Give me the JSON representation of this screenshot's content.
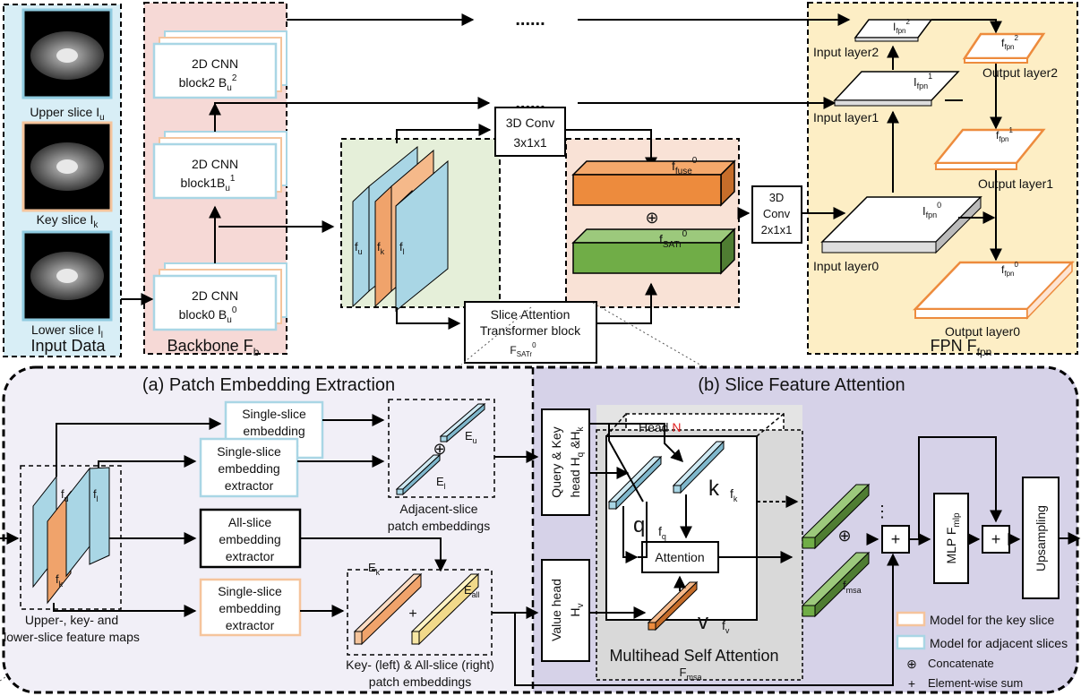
{
  "top": {
    "input_data": "Input Data",
    "upper_slice": "Upper slice I",
    "upper_sub": "u",
    "key_slice": "Key slice I",
    "key_sub": "k",
    "lower_slice": "Lower slice I",
    "lower_sub": "l",
    "backbone": "Backbone F",
    "backbone_sub": "b",
    "cnn_line1": "2D CNN",
    "block2": "block2 B",
    "block1": "block1B",
    "block0": "block0 B",
    "b_sub": "u",
    "sup2": "2",
    "sup1": "1",
    "sup0": "0",
    "fu": "f",
    "u": "u",
    "fk": "f",
    "k": "k",
    "fl": "f",
    "l": "l",
    "conv3d_a1": "3D Conv",
    "conv3d_a2": "3x1x1",
    "conv3d_b1": "3D",
    "conv3d_b2": "Conv",
    "conv3d_b3": "2x1x1",
    "ffuse": "f",
    "fuse_sub": "fuse",
    "fsatr": "f",
    "satr_sub": "SATr",
    "oplus": "⊕",
    "sat_line1": "Slice Attention",
    "sat_line2": "Transformer block",
    "sat_line3": "F",
    "dots": "......",
    "fpn_title": "FPN F",
    "fpn_sub": "fpn",
    "ifpn": "I",
    "ffpn": "f",
    "fpn_s": "fpn",
    "input_layer2": "Input layer2",
    "input_layer1": "Input layer1",
    "input_layer0": "Input layer0",
    "output_layer2": "Output layer2",
    "output_layer1": "Output layer1",
    "output_layer0": "Output layer0"
  },
  "panel_a": {
    "title": "(a) Patch Embedding Extraction",
    "single_l1": "Single-slice",
    "single_l2": "embedding",
    "single_l3": "extractor",
    "all_l1": "All-slice",
    "all_l2": "embedding",
    "all_l3": "extractor",
    "fmaps_l1": "Upper-, key- and",
    "fmaps_l2": "lower-slice feature maps",
    "adj_l1": "Adjacent-slice",
    "adj_l2": "patch embeddings",
    "key_l1": "Key- (left) & All-slice (right)",
    "key_l2": "patch embeddings",
    "eu": "E",
    "eu_s": "u",
    "el": "E",
    "el_s": "l",
    "ek": "E",
    "ek_s": "k",
    "eall": "E",
    "eall_s": "all",
    "plus": "+"
  },
  "panel_b": {
    "title": "(b) Slice Feature Attention",
    "qk_l1": "Query & Key",
    "qk_l2": "head H",
    "qk_q": "q",
    "qk_amp": " &H",
    "qk_k": "k",
    "vh_l1": "Value head",
    "vh_l2": "H",
    "vh_s": "v",
    "head_n": "Head ",
    "head_n_letter": "N",
    "q": "q",
    "k": "k",
    "v": "v",
    "attention": "Attention",
    "msa_title": "Multihead Self Attention",
    "msa_f": "F",
    "msa_s": "msa",
    "fmsa": "f",
    "mlp": "MLP F",
    "mlp_s": "mlp",
    "upsampling": "Upsampling",
    "plus": "+",
    "dots_v": "⋮"
  },
  "legend": {
    "key_model": "Model for the key slice",
    "adj_model": "Model for adjacent slices",
    "concat_sym": "⊕",
    "concat": "Concatenate",
    "sum_sym": "+",
    "sum": "Element-wise sum",
    "key_color": "#f5c49c",
    "adj_color": "#a9d6e5"
  },
  "colors": {
    "input_bg": "#d8eef6",
    "backbone_bg": "#f6d9d6",
    "green_bg": "#e5efd9",
    "orange_bg": "#f9e2d6",
    "fpn_bg": "#fdeec5",
    "panel_a_bg": "#f1eff7",
    "panel_b_bg": "#d6d2e8",
    "orange": "#ed8b3d",
    "green": "#70ad47",
    "blue": "#a9d6e5",
    "peach": "#f5c49c"
  }
}
